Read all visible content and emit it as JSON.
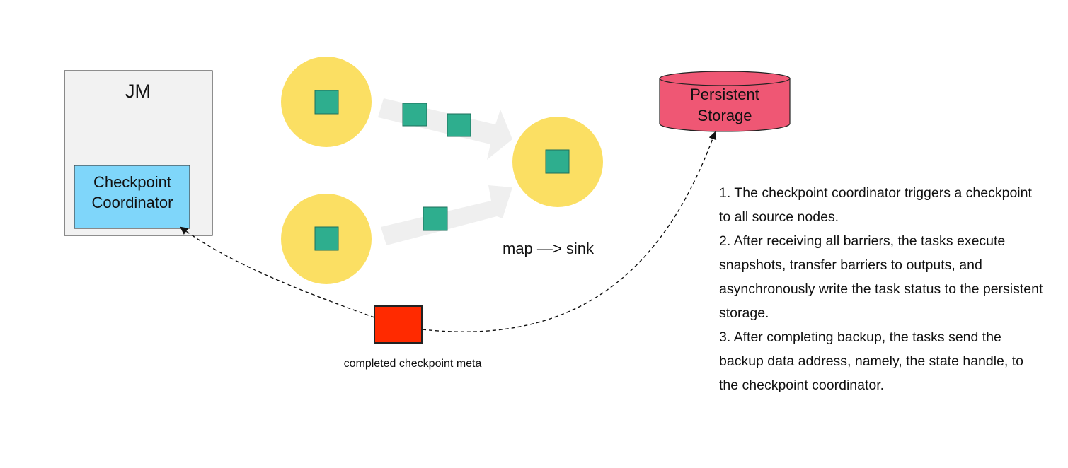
{
  "job_manager": {
    "label": "JM",
    "coordinator_lines": [
      "Checkpoint",
      "Coordinator"
    ]
  },
  "storage": {
    "lines": [
      "Persistent",
      "Storage"
    ]
  },
  "operator_label": "map —> sink",
  "meta_label": "completed checkpoint meta",
  "steps": [
    "1. The checkpoint coordinator triggers a checkpoint to all source nodes.",
    "2. After receiving all barriers, the tasks execute snapshots, transfer barriers to outputs, and asynchronously write the task status to the persistent storage.",
    "3. After completing backup, the tasks send the backup data address, namely, the state handle, to the checkpoint coordinator."
  ],
  "colors": {
    "jm_fill": "#f2f2f2",
    "coordinator_fill": "#7fd6fa",
    "task_fill": "#fbdf63",
    "barrier_fill": "#2eae8e",
    "storage_fill": "#ef5774",
    "meta_fill": "#ff2a00",
    "flow_arrow": "#efefef"
  }
}
